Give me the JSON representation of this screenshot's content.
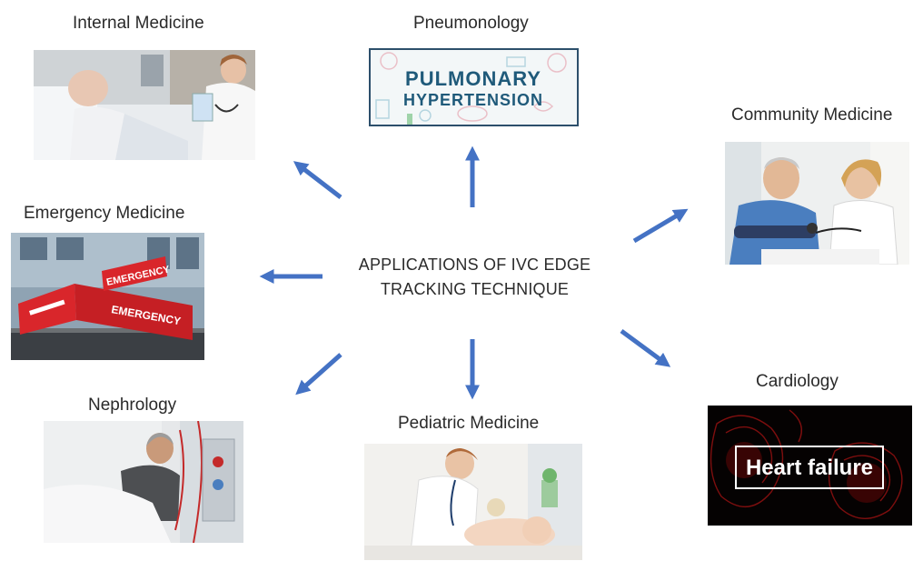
{
  "center": {
    "line1": "APPLICATIONS OF IVC EDGE",
    "line2": "TRACKING TECHNIQUE"
  },
  "specialties": {
    "internal": "Internal Medicine",
    "pneumo": "Pneumonology",
    "community": "Community Medicine",
    "emergency": "Emergency Medicine",
    "nephro": "Nephrology",
    "pediatric": "Pediatric Medicine",
    "cardio": "Cardiology"
  },
  "image_text": {
    "pulmonary_1": "PULMONARY",
    "pulmonary_2": "HYPERTENSION",
    "emergency_sign_1": "EMERGENCY",
    "emergency_sign_2": "EMERGENCY",
    "heart_failure": "Heart failure"
  },
  "colors": {
    "arrow": "#4472c4",
    "sign_red": "#d9262b",
    "pulmonary_text": "#1f5a7a"
  }
}
